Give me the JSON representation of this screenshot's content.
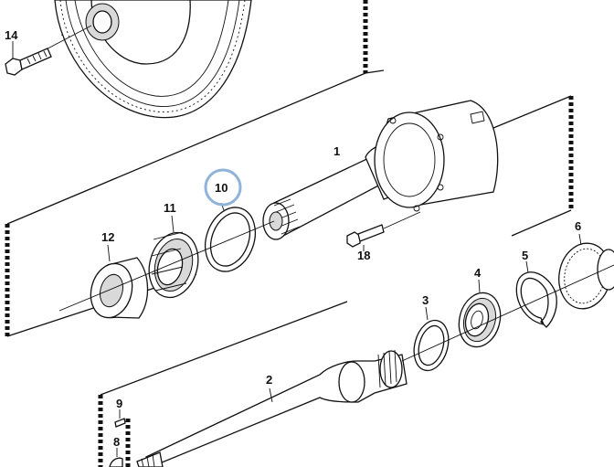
{
  "callouts": [
    {
      "id": "1",
      "label": "1"
    },
    {
      "id": "2",
      "label": "2"
    },
    {
      "id": "3",
      "label": "3"
    },
    {
      "id": "4",
      "label": "4"
    },
    {
      "id": "5",
      "label": "5"
    },
    {
      "id": "6",
      "label": "6"
    },
    {
      "id": "8",
      "label": "8"
    },
    {
      "id": "9",
      "label": "9"
    },
    {
      "id": "10",
      "label": "10"
    },
    {
      "id": "11",
      "label": "11"
    },
    {
      "id": "12",
      "label": "12"
    },
    {
      "id": "14",
      "label": "14"
    },
    {
      "id": "18",
      "label": "18"
    }
  ],
  "highlight": {
    "callout": "10",
    "color": "#8fb3d9"
  },
  "colors": {
    "ink": "#111111",
    "background": "#ffffff",
    "shade": "#d9d9d9"
  }
}
